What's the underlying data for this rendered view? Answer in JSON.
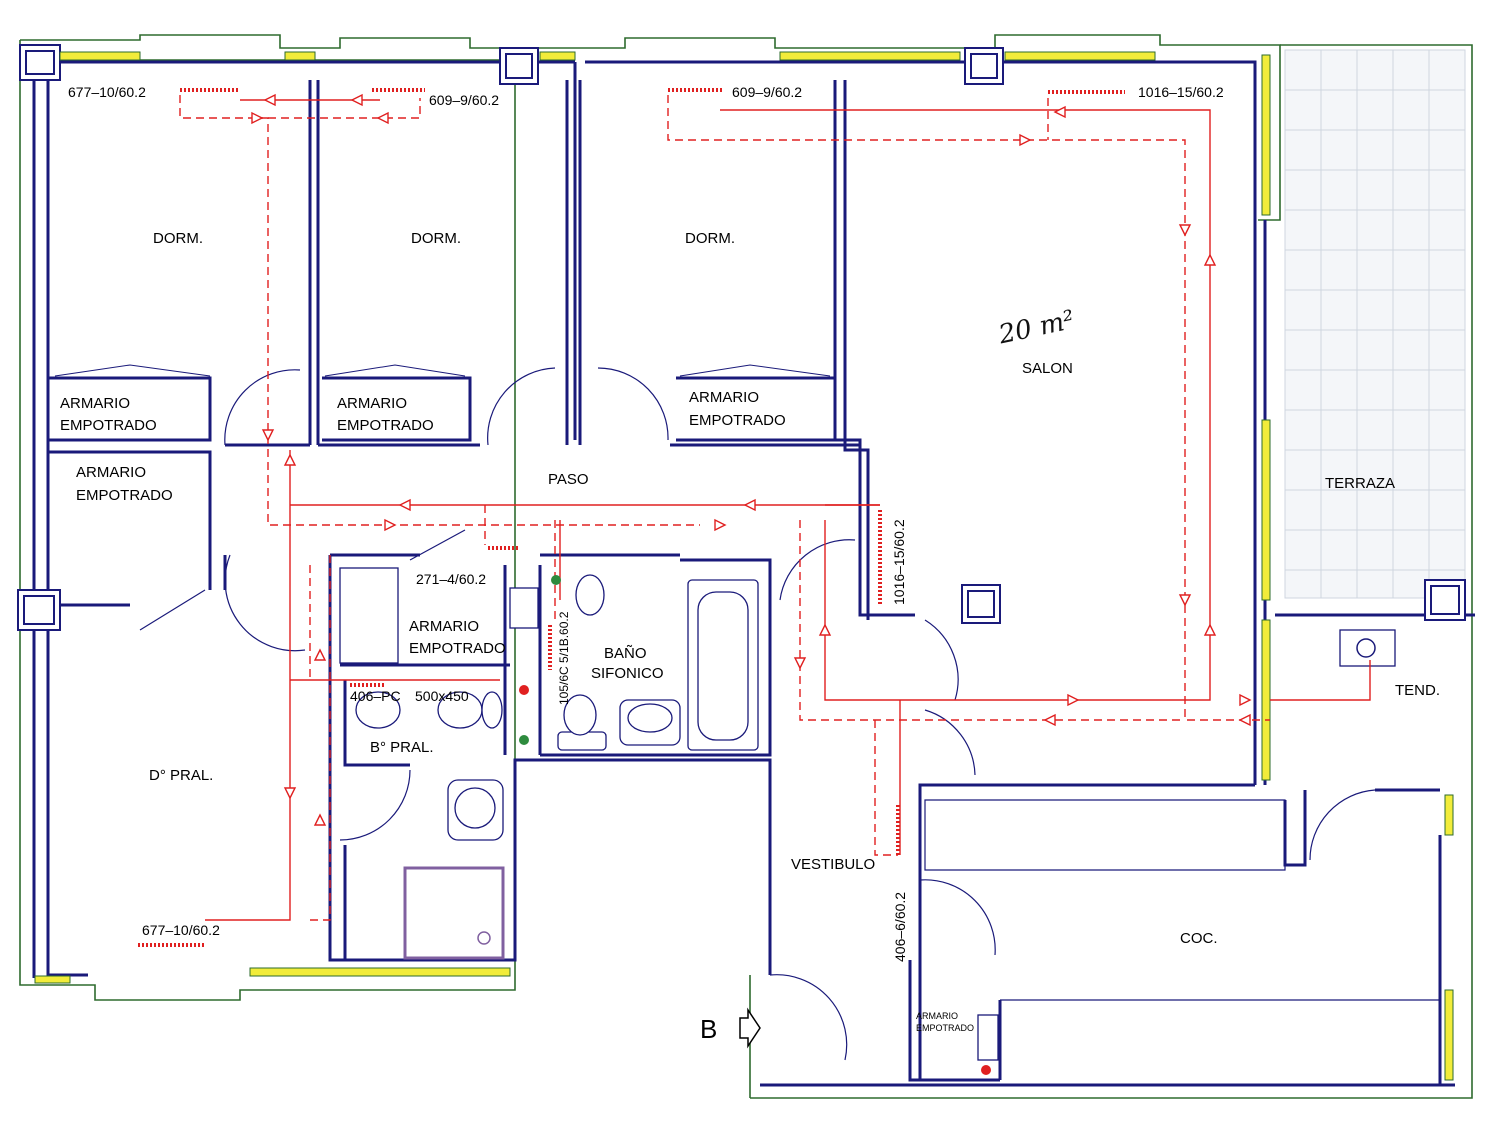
{
  "rooms": {
    "dorm1": "DORM.",
    "dorm2": "DORM.",
    "dorm3": "DORM.",
    "salon": "SALON",
    "salon_area_note": "20 m²",
    "terraza": "TERRAZA",
    "paso": "PASO",
    "armario1_l1": "ARMARIO",
    "armario1_l2": "EMPOTRADO",
    "armario2_l1": "ARMARIO",
    "armario2_l2": "EMPOTRADO",
    "armario3_l1": "ARMARIO",
    "armario3_l2": "EMPOTRADO",
    "armario4_l1": "ARMARIO",
    "armario4_l2": "EMPOTRADO",
    "armario5_l1": "ARMARIO",
    "armario5_l2": "EMPOTRADO",
    "armario6_l1": "ARMARIO",
    "armario6_l2": "EMPOTRADO",
    "bano_l1": "BAÑO",
    "bano_l2": "SIFONICO",
    "bpral": "B° PRAL.",
    "dpral": "D° PRAL.",
    "tend": "TEND.",
    "vestibulo": "VESTIBULO",
    "coc": "COC.",
    "entrance": "B"
  },
  "radiators": {
    "r_dorm1": "677–10/60.2",
    "r_dorm2": "609–9/60.2",
    "r_dorm3": "609–9/60.2",
    "r_salon": "1016–15/60.2",
    "r_paso": "1016–15/60.2",
    "r_armario": "271–4/60.2",
    "r_bano": "105/6C  5/1B.60.2",
    "r_bpral_a": "406–PC",
    "r_bpral_b": "500x450",
    "r_dpral": "677–10/60.2",
    "r_vest": "406–6/60.2"
  },
  "colors": {
    "walls": "#1a1a7a",
    "outer_walls": "#2e6b2e",
    "heating_pipes": "#e02020",
    "windows": "#f2ec3a"
  }
}
